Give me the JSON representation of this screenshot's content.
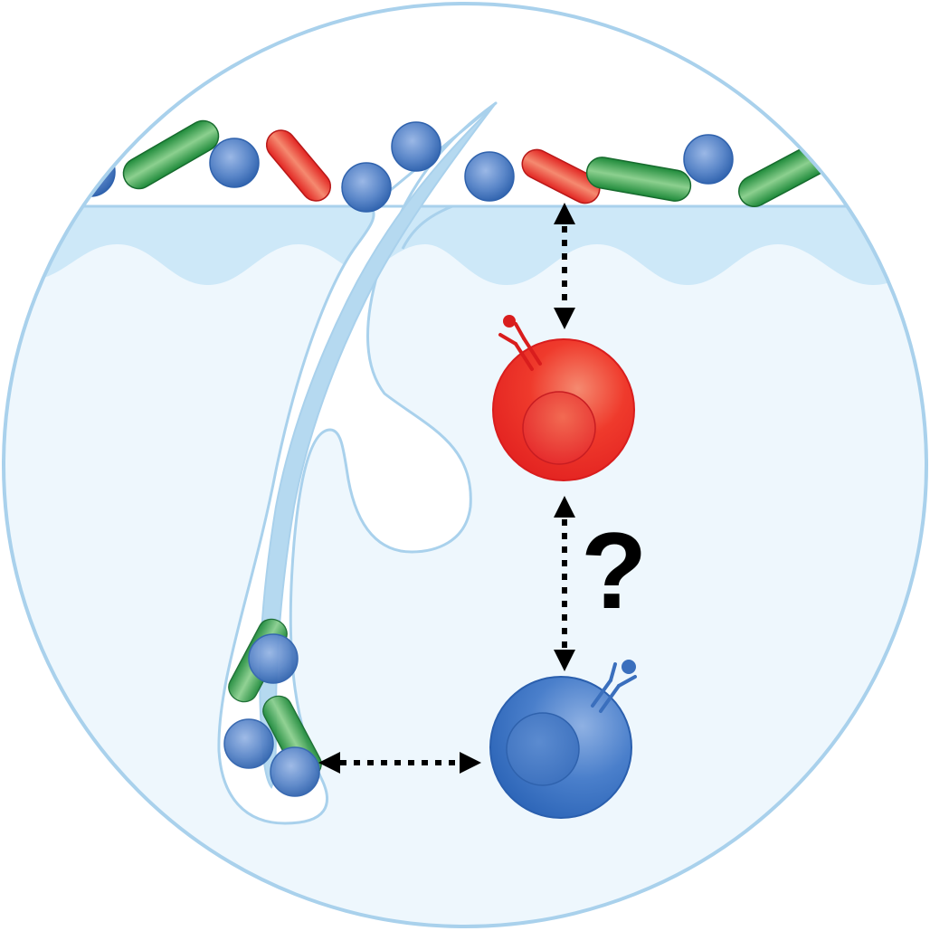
{
  "diagram": {
    "question_mark": "?",
    "colors": {
      "outline": "#a9d1ec",
      "tissue": "#eef7fd",
      "epidermis_band": "#cde8f8",
      "blue_microbe": "#5b87c9",
      "blue_microbe_dark": "#2f62ad",
      "green_microbe": "#1e8a3a",
      "green_microbe_light": "#8cd08f",
      "red_microbe": "#e22522",
      "red_microbe_light": "#f58a70",
      "red_cell": "#ee2b24",
      "blue_cell": "#2f6fc1",
      "arrow": "#000000"
    },
    "icons": [
      "skin-cross-section",
      "hair-follicle",
      "sebaceous-gland",
      "red-immune-cell",
      "blue-immune-cell",
      "receptor-icon",
      "double-headed-dotted-arrow"
    ]
  }
}
